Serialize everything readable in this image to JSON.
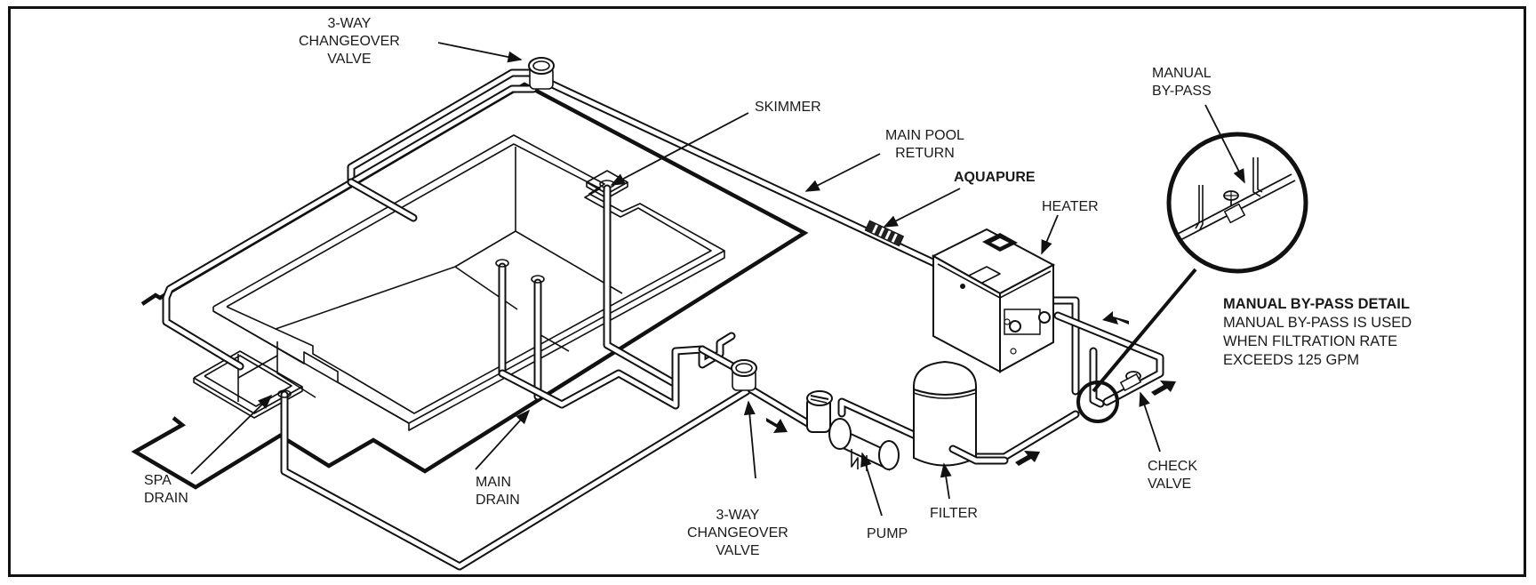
{
  "diagram": {
    "type": "pool plumbing schematic",
    "line_color": "#111111",
    "background": "#ffffff"
  },
  "labels": {
    "valve_top": "3-WAY\nCHANGEOVER\nVALVE",
    "skimmer": "SKIMMER",
    "main_pool_return": "MAIN POOL\nRETURN",
    "aquapure": "AQUAPURE",
    "heater": "HEATER",
    "manual_bypass": "MANUAL\nBY-PASS",
    "spa_drain": "SPA\nDRAIN",
    "main_drain": "MAIN\nDRAIN",
    "valve_bottom": "3-WAY\nCHANGEOVER\nVALVE",
    "pump": "PUMP",
    "filter": "FILTER",
    "check_valve": "CHECK\nVALVE"
  },
  "detail_note": {
    "title": "MANUAL BY-PASS DETAIL",
    "lines": [
      "MANUAL BY-PASS IS USED",
      "WHEN FILTRATION RATE",
      "EXCEEDS 125 GPM"
    ]
  },
  "components": [
    {
      "name": "3-way-changeover-valve-top",
      "icon": "valve-icon"
    },
    {
      "name": "skimmer",
      "icon": "skimmer-icon"
    },
    {
      "name": "main-pool-return",
      "icon": "pipe-icon"
    },
    {
      "name": "aquapure",
      "icon": "chlorinator-icon"
    },
    {
      "name": "heater",
      "icon": "heater-icon"
    },
    {
      "name": "manual-bypass",
      "icon": "gate-valve-icon"
    },
    {
      "name": "spa-drain",
      "icon": "drain-icon"
    },
    {
      "name": "main-drain",
      "icon": "drain-icon"
    },
    {
      "name": "3-way-changeover-valve-bottom",
      "icon": "valve-icon"
    },
    {
      "name": "pump",
      "icon": "pump-icon"
    },
    {
      "name": "filter",
      "icon": "filter-tank-icon"
    },
    {
      "name": "check-valve",
      "icon": "check-valve-icon"
    }
  ],
  "flow_arrows": [
    "valve-to-pump",
    "filter-to-bypass",
    "heater-return",
    "check-valve-outflow"
  ]
}
